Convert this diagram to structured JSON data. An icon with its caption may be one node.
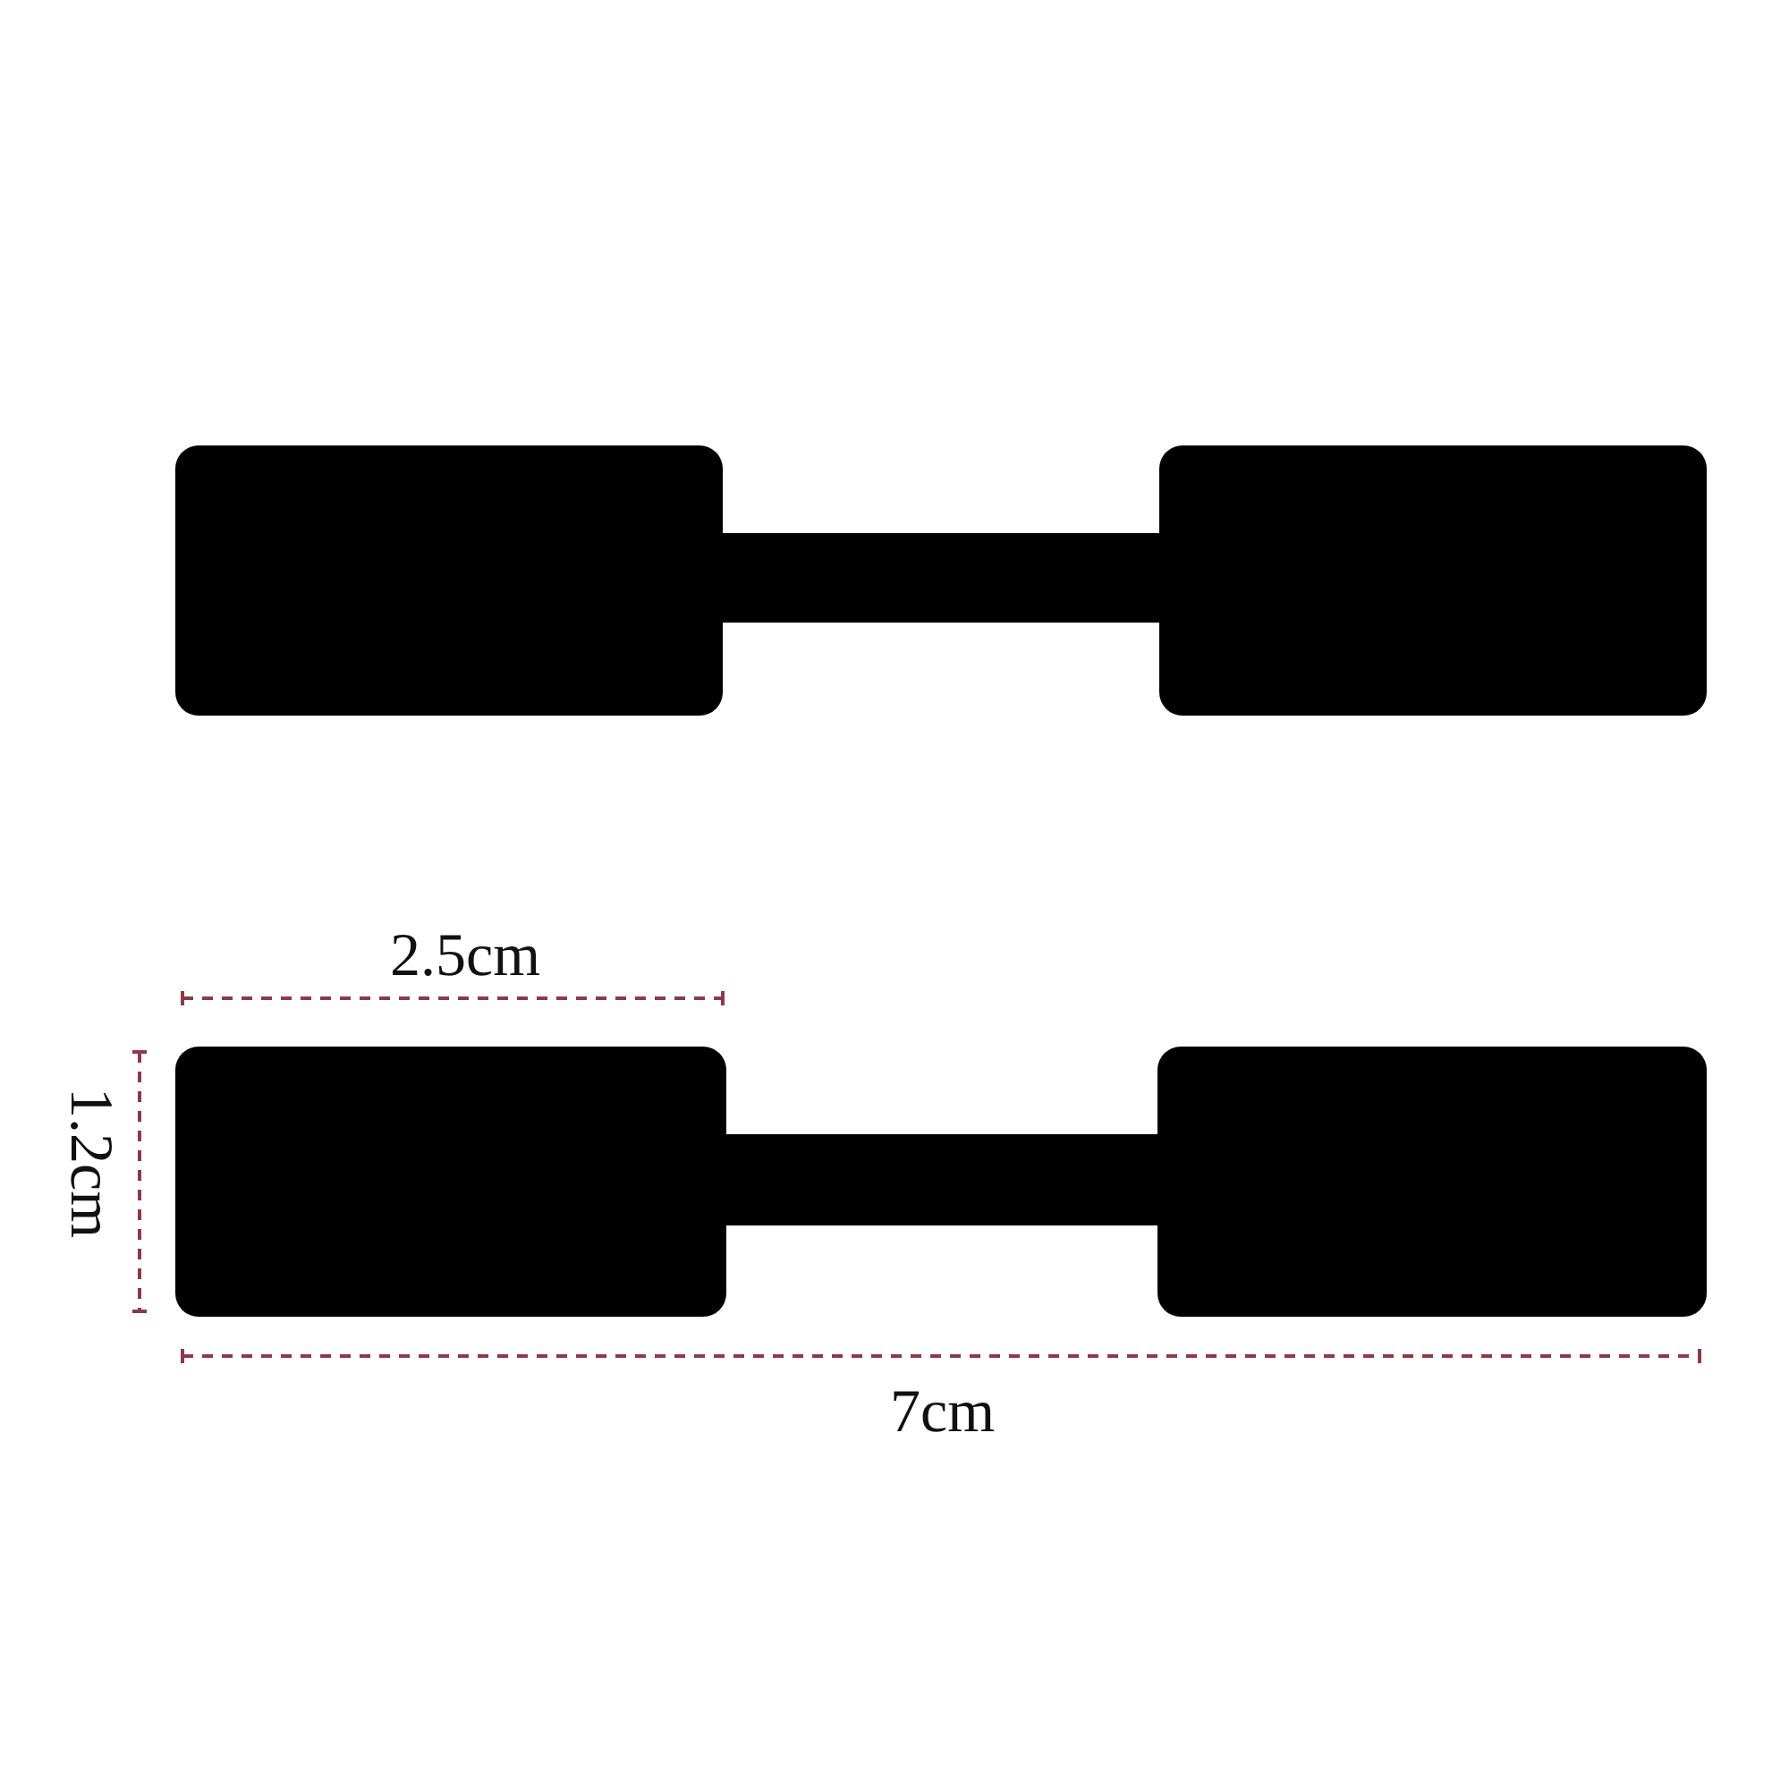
{
  "diagram": {
    "nodes": [
      {
        "text": [],
        "shape": "box"
      },
      {
        "text": [],
        "shape": "box"
      },
      {
        "text": [],
        "shape": "box"
      },
      {
        "text": [],
        "shape": "box"
      }
    ],
    "labels": [
      "2.5cm",
      "1.2cm",
      "7cm"
    ]
  }
}
